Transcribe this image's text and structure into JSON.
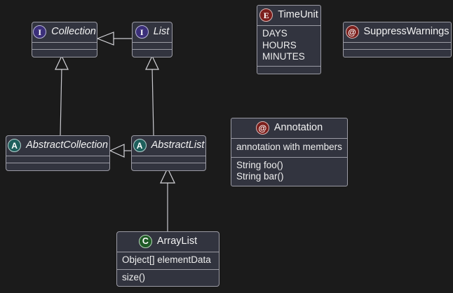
{
  "diagram": {
    "type": "uml-class-diagram",
    "background_color": "#1b1b1b",
    "node_fill_color": "#32343f",
    "node_border_color": "#9b9ba4",
    "text_color": "#f2f2f2",
    "nodes": [
      {
        "id": "collection",
        "name": "Collection",
        "stereotype": "interface",
        "icon_glyph": "I",
        "icon_color": "#3b2f7a",
        "italic": true,
        "attributes": [],
        "operations": []
      },
      {
        "id": "list",
        "name": "List",
        "stereotype": "interface",
        "icon_glyph": "I",
        "icon_color": "#3b2f7a",
        "italic": true,
        "attributes": [],
        "operations": []
      },
      {
        "id": "timeunit",
        "name": "TimeUnit",
        "stereotype": "enum",
        "icon_glyph": "E",
        "icon_color": "#7c1f1c",
        "italic": false,
        "constants": [
          "DAYS",
          "HOURS",
          "MINUTES"
        ],
        "operations": []
      },
      {
        "id": "suppresswarnings",
        "name": "SuppressWarnings",
        "stereotype": "annotation",
        "icon_glyph": "@",
        "icon_color": "#7c1f1c",
        "italic": false,
        "attributes": [],
        "operations": []
      },
      {
        "id": "annotation",
        "name": "Annotation",
        "stereotype": "annotation",
        "icon_glyph": "@",
        "icon_color": "#7c1f1c",
        "italic": false,
        "description": "annotation with members",
        "members": [
          "String foo()",
          "String bar()"
        ]
      },
      {
        "id": "abstractcollection",
        "name": "AbstractCollection",
        "stereotype": "abstract-class",
        "icon_glyph": "A",
        "icon_color": "#1e5f5c",
        "italic": true,
        "attributes": [],
        "operations": []
      },
      {
        "id": "abstractlist",
        "name": "AbstractList",
        "stereotype": "abstract-class",
        "icon_glyph": "A",
        "icon_color": "#1e5f5c",
        "italic": true,
        "attributes": [],
        "operations": []
      },
      {
        "id": "arraylist",
        "name": "ArrayList",
        "stereotype": "class",
        "icon_glyph": "C",
        "icon_color": "#1f5a26",
        "italic": false,
        "attributes": [
          "Object[] elementData"
        ],
        "operations": [
          "size()"
        ]
      }
    ],
    "edges": [
      {
        "id": "list-to-collection",
        "from": "List",
        "to": "Collection",
        "relation": "generalization"
      },
      {
        "id": "abstractcollection-to-collection",
        "from": "AbstractCollection",
        "to": "Collection",
        "relation": "generalization"
      },
      {
        "id": "abstractlist-to-list",
        "from": "AbstractList",
        "to": "List",
        "relation": "generalization"
      },
      {
        "id": "abstractlist-to-abstractcollection",
        "from": "AbstractList",
        "to": "AbstractCollection",
        "relation": "generalization"
      },
      {
        "id": "arraylist-to-abstractlist",
        "from": "ArrayList",
        "to": "AbstractList",
        "relation": "generalization"
      }
    ]
  }
}
